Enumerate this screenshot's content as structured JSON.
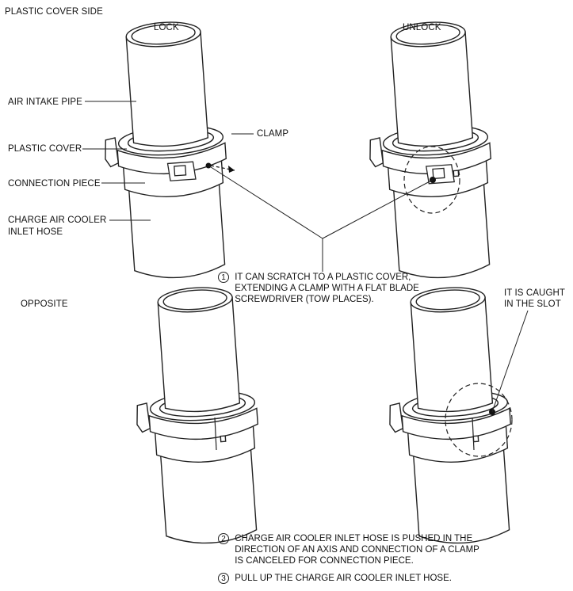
{
  "labels": {
    "plastic_cover_side": "PLASTIC COVER SIDE",
    "lock": "LOCK",
    "unlock": "UNLOCK",
    "opposite": "OPPOSITE",
    "air_intake_pipe": "AIR INTAKE PIPE",
    "plastic_cover": "PLASTIC COVER",
    "connection_piece": "CONNECTION PIECE",
    "charge_air_cooler_inlet_hose_1": "CHARGE AIR COOLER",
    "charge_air_cooler_inlet_hose_2": "INLET HOSE",
    "clamp": "CLAMP",
    "caught_1": "IT IS CAUGHT",
    "caught_2": "IN THE SLOT"
  },
  "steps": [
    {
      "num": "1",
      "lines": [
        "IT CAN SCRATCH TO A PLASTIC COVER,",
        "EXTENDING A CLAMP WITH A FLAT BLADE",
        "SCREWDRIVER (TOW PLACES)."
      ]
    },
    {
      "num": "2",
      "lines": [
        "CHARGE AIR COOLER INLET HOSE IS PUSHED IN THE",
        "DIRECTION OF AN AXIS AND CONNECTION OF A CLAMP",
        "IS CANCELED FOR CONNECTION PIECE."
      ]
    },
    {
      "num": "3",
      "lines": [
        "PULL UP THE CHARGE AIR COOLER INLET HOSE."
      ]
    }
  ]
}
